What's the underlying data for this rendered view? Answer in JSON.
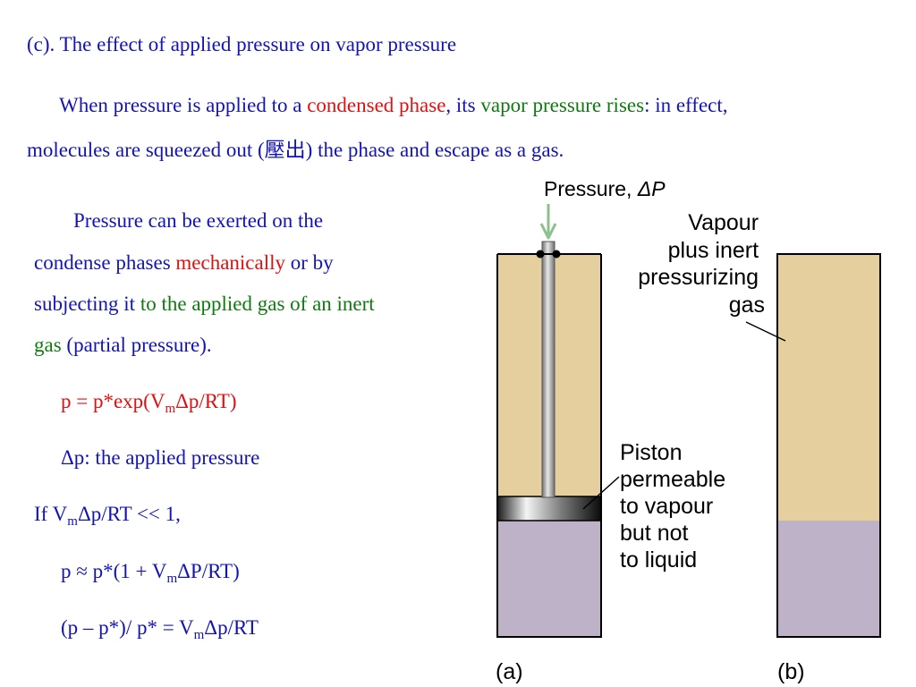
{
  "heading": "(c). The effect of applied pressure on vapor pressure",
  "intro": {
    "l1_a": "When pressure is applied to a ",
    "l1_b": "condensed phase",
    "l1_c": ", its ",
    "l1_d": "vapor pressure rises",
    "l1_e": ": in effect,",
    "l2": "molecules are squeezed out (壓出) the phase and escape as a gas."
  },
  "para": {
    "l1": "Pressure can be exerted on the",
    "l2_a": "condense phases ",
    "l2_b": "mechanically",
    "l2_c": " or by",
    "l3_a": "subjecting it ",
    "l3_b": "to the applied gas of an inert",
    "l4_a": "gas",
    "l4_b": " (partial pressure)."
  },
  "eq1": {
    "pre": "p = p*exp(V",
    "sub": "m",
    "post": "Δp/RT)"
  },
  "dp_def": "Δp: the applied pressure",
  "cond": {
    "pre": "If V",
    "sub": "m",
    "post": "Δp/RT << 1,"
  },
  "eq2": {
    "pre": "p ≈ p*(1 + V",
    "sub": "m",
    "post": "ΔP/RT)"
  },
  "eq3": {
    "pre": "(p – p*)/ p* = V",
    "sub": "m",
    "post": "Δp/RT"
  },
  "figure": {
    "pressure_label": "Pressure, ",
    "delta_p": "ΔP",
    "vapour_label": [
      "Vapour",
      "plus inert",
      "pressurizing",
      "gas"
    ],
    "piston_label": [
      "Piston",
      "permeable",
      "to vapour",
      "but not",
      "to liquid"
    ],
    "label_a": "(a)",
    "label_b": "(b)",
    "colors": {
      "vapour": "#e6cf9f",
      "liquid": "#bdb2c7",
      "arrow": "#8cc08c",
      "outline": "#000000"
    }
  }
}
